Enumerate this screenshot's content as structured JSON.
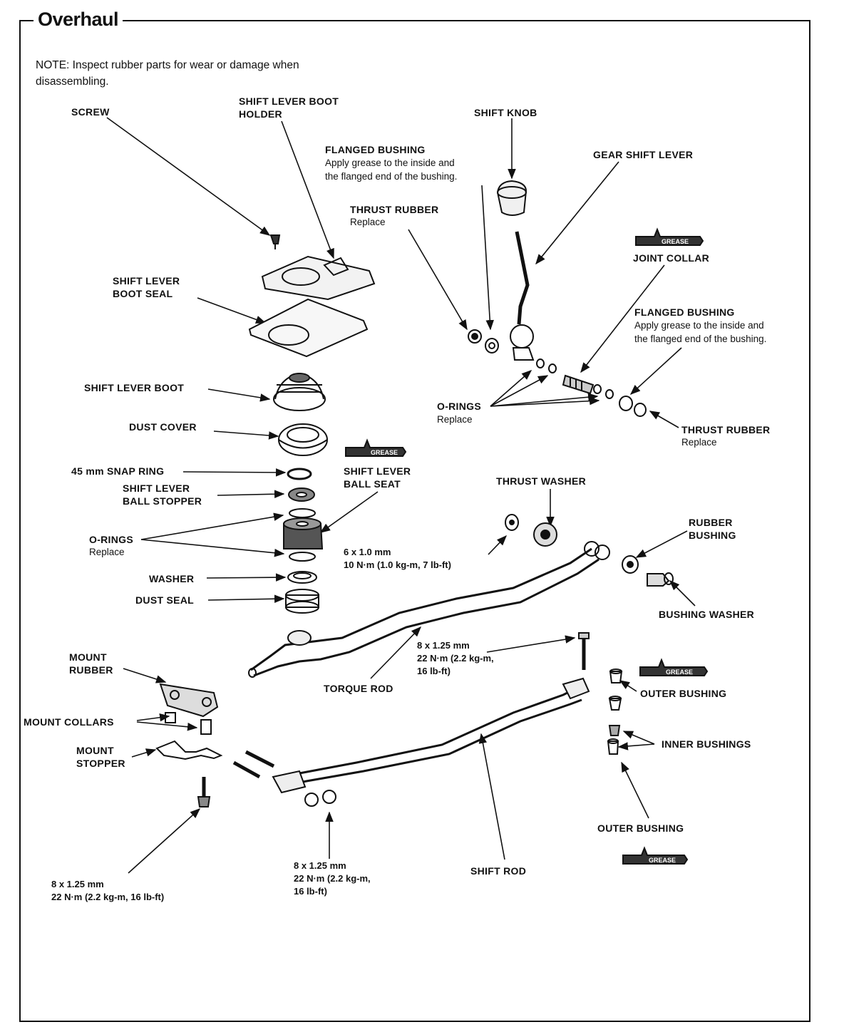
{
  "title": "Overhaul",
  "note": "NOTE: Inspect rubber parts for wear or damage when disassembling.",
  "labels": {
    "screw": "SCREW",
    "boot_holder_1": "SHIFT LEVER BOOT",
    "boot_holder_2": "HOLDER",
    "shift_knob": "SHIFT KNOB",
    "flanged_bushing_top": "FLANGED BUSHING",
    "flanged_bushing_top_note_1": "Apply grease to the inside and",
    "flanged_bushing_top_note_2": "the flanged end of the bushing.",
    "gear_shift_lever": "GEAR SHIFT LEVER",
    "thrust_rubber_top": "THRUST RUBBER",
    "thrust_rubber_top_note": "Replace",
    "joint_collar": "JOINT COLLAR",
    "boot_seal_1": "SHIFT LEVER",
    "boot_seal_2": "BOOT SEAL",
    "flanged_bushing_right": "FLANGED BUSHING",
    "flanged_bushing_right_note_1": "Apply grease to the inside and",
    "flanged_bushing_right_note_2": "the flanged end of the bushing.",
    "shift_lever_boot": "SHIFT LEVER BOOT",
    "o_rings_top": "O-RINGS",
    "o_rings_top_note": "Replace",
    "thrust_rubber_right": "THRUST RUBBER",
    "thrust_rubber_right_note": "Replace",
    "dust_cover": "DUST COVER",
    "snap_ring": "45 mm SNAP RING",
    "ball_seat_1": "SHIFT LEVER",
    "ball_seat_2": "BALL SEAT",
    "ball_stopper_1": "SHIFT LEVER",
    "ball_stopper_2": "BALL STOPPER",
    "thrust_washer": "THRUST WASHER",
    "rubber_bushing_1": "RUBBER",
    "rubber_bushing_2": "BUSHING",
    "o_rings_left": "O-RINGS",
    "o_rings_left_note": "Replace",
    "washer": "WASHER",
    "dust_seal": "DUST SEAL",
    "bushing_washer": "BUSHING WASHER",
    "mount_rubber_1": "MOUNT",
    "mount_rubber_2": "RUBBER",
    "torque_rod": "TORQUE ROD",
    "outer_bushing_top": "OUTER BUSHING",
    "mount_collars": "MOUNT COLLARS",
    "mount_stopper_1": "MOUNT",
    "mount_stopper_2": "STOPPER",
    "inner_bushings": "INNER BUSHINGS",
    "outer_bushing_bottom": "OUTER BUSHING",
    "shift_rod": "SHIFT ROD",
    "grease": "GREASE"
  },
  "specs": {
    "torque_rod_bolt_1": "6 x 1.0 mm",
    "torque_rod_bolt_2": "10 N·m (1.0 kg-m, 7 lb-ft)",
    "shift_rod_bolt_1": "8 x 1.25 mm",
    "shift_rod_bolt_2": "22 N·m (2.2 kg-m,",
    "shift_rod_bolt_3": "16 lb-ft)",
    "mount_bolt_1": "8 x 1.25 mm",
    "mount_bolt_2": "22 N·m (2.2 kg-m, 16 lb-ft)",
    "nut_1": "8 x 1.25 mm",
    "nut_2": "22 N·m (2.2 kg-m,",
    "nut_3": "16 lb-ft)"
  }
}
